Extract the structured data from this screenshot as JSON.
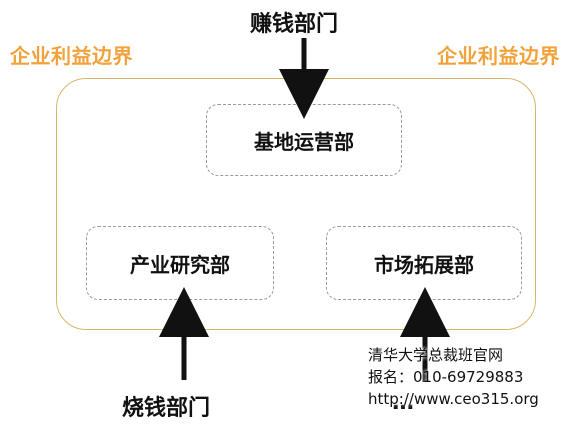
{
  "boundary": {
    "label_left": "企业利益边界",
    "label_right": "企业利益边界",
    "accent_color": "#f2a23a"
  },
  "departments": {
    "top": "基地运营部",
    "left": "产业研究部",
    "right": "市场拓展部"
  },
  "outer": {
    "earn": "赚钱部门",
    "burn": "烧钱部门",
    "partial": "…"
  },
  "watermark": {
    "line1": "清华大学总裁班官网",
    "line2": "报名：010-69729883",
    "line3": "http://www.ceo315.org"
  }
}
